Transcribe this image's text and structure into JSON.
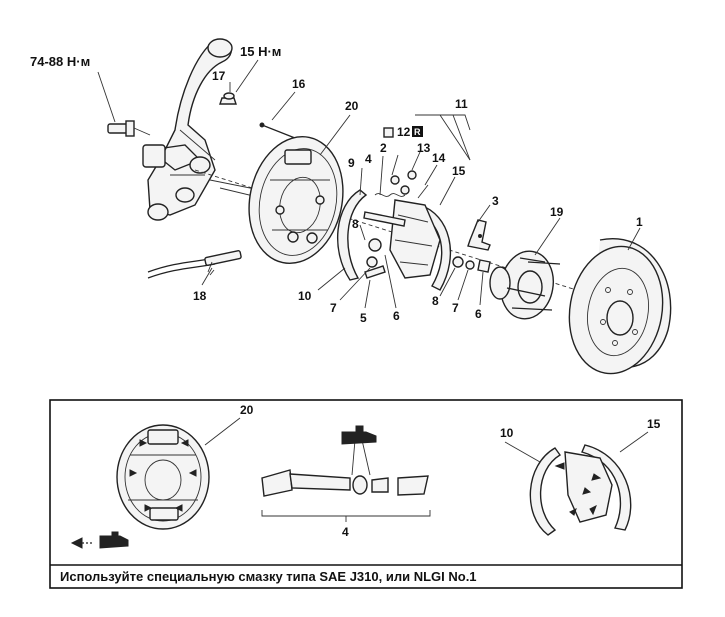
{
  "torques": {
    "t1": "74-88 Н·м",
    "t2": "15 Н·м"
  },
  "callouts": [
    "1",
    "2",
    "3",
    "4",
    "5",
    "6",
    "7",
    "8",
    "9",
    "10",
    "11",
    "12",
    "13",
    "14",
    "15",
    "16",
    "17",
    "18",
    "19",
    "20"
  ],
  "callouts_extra": {
    "c6b": "6",
    "c7b": "7",
    "c8b": "8",
    "c12_box": "R",
    "inset_20": "20",
    "inset_4": "4",
    "inset_10": "10",
    "inset_15": "15"
  },
  "note": "Используйте специальную смазку типа SAE J310, или NLGI No.1"
}
